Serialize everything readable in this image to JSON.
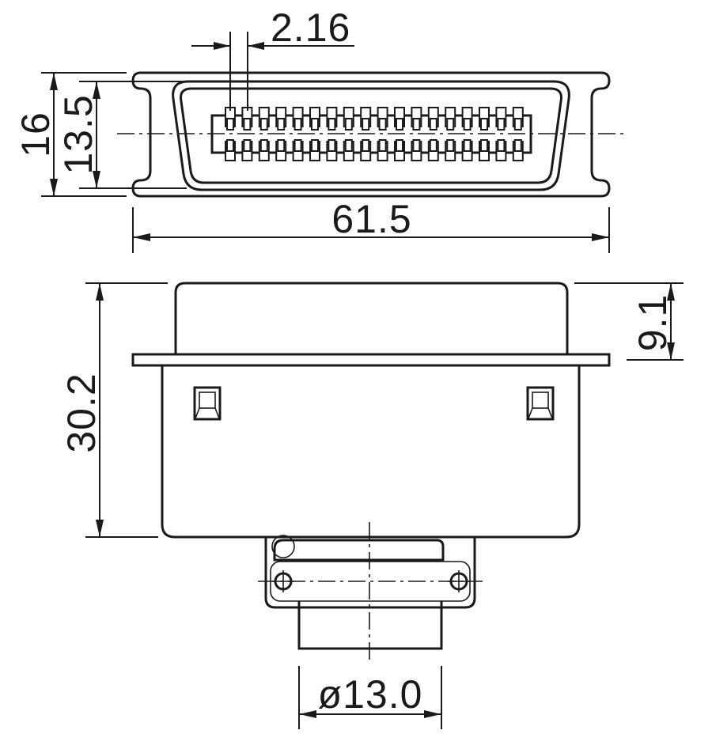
{
  "dimensions": {
    "pin_pitch": "2.16",
    "height_outer": "16",
    "height_inner": "13.5",
    "width_overall": "61.5",
    "depth_overall": "30.2",
    "flange_depth": "9.1",
    "cable_diameter": "ø13.0"
  },
  "colors": {
    "line": "#1a1a1a",
    "background": "#ffffff"
  },
  "connector": {
    "pins_top_row": 18,
    "pins_bottom_row": 18
  }
}
